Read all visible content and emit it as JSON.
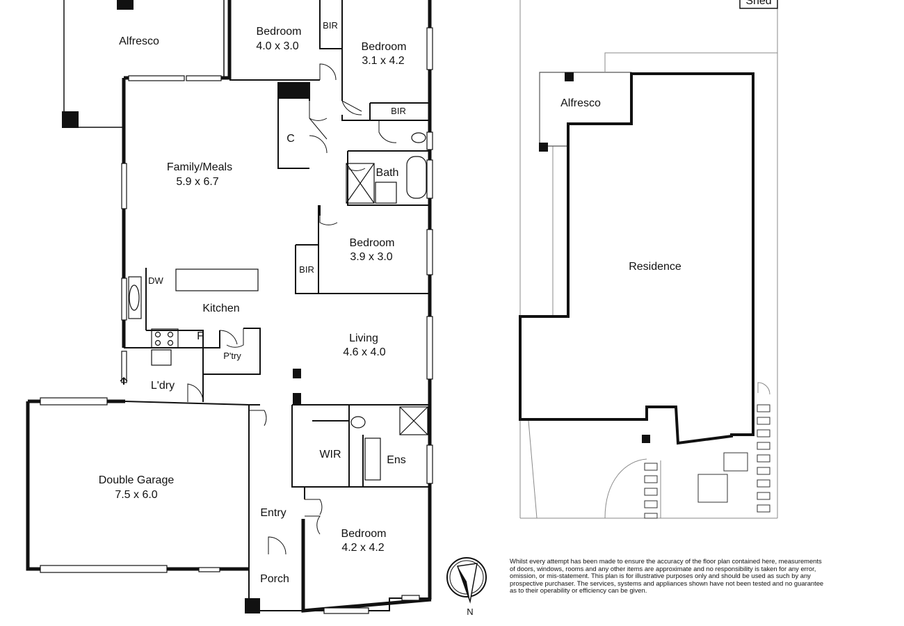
{
  "floorplan": {
    "rooms": [
      {
        "id": "alfresco-main",
        "name": "Alfresco",
        "dims": ""
      },
      {
        "id": "bedroom-1",
        "name": "Bedroom",
        "dims": "4.0 x 3.0"
      },
      {
        "id": "bedroom-2",
        "name": "Bedroom",
        "dims": "3.1 x 4.2"
      },
      {
        "id": "family-meals",
        "name": "Family/Meals",
        "dims": "5.9 x 6.7"
      },
      {
        "id": "bedroom-3",
        "name": "Bedroom",
        "dims": "3.9 x 3.0"
      },
      {
        "id": "living",
        "name": "Living",
        "dims": "4.6 x 4.0"
      },
      {
        "id": "double-garage",
        "name": "Double Garage",
        "dims": "7.5 x 6.0"
      },
      {
        "id": "bedroom-4",
        "name": "Bedroom",
        "dims": "4.2 x 4.2"
      }
    ],
    "small_labels": {
      "bir": "BIR",
      "closet": "C",
      "bath": "Bath",
      "dishwasher": "DW",
      "kitchen": "Kitchen",
      "fridge": "F",
      "pantry": "P'try",
      "laundry": "L'dry",
      "wir": "WIR",
      "ensuite": "Ens",
      "entry": "Entry",
      "porch": "Porch"
    }
  },
  "siteplan": {
    "shed": "Shed",
    "alfresco": "Alfresco",
    "residence": "Residence"
  },
  "compass": {
    "north": "N"
  },
  "disclaimer": [
    "Whilst every attempt has been made to ensure the accuracy of the floor plan contained here, measurements",
    "of doors, windows, rooms and any other items are approximate and no responsibility is taken for any error,",
    "omission, or mis-statement.  This plan is for illustrative purposes only and should be used as such by any",
    "prospective purchaser.  The services, systems and appliances shown have not been tested and no guarantee",
    "as to their operability or efficiency can be given."
  ]
}
